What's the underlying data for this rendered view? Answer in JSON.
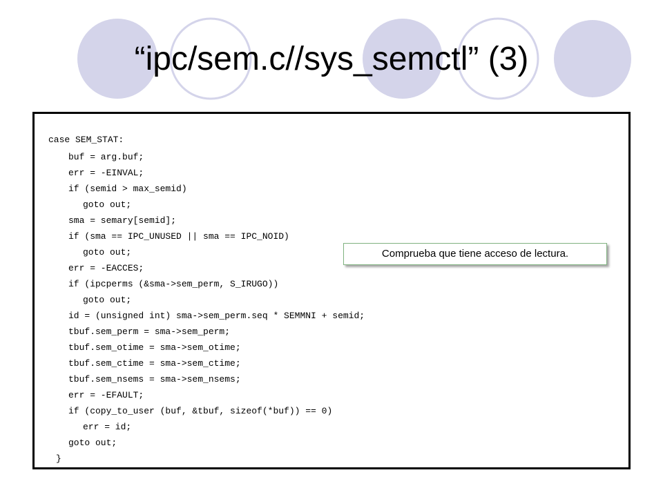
{
  "slide": {
    "title": "“ipc/sem.c//sys_semctl” (3)"
  },
  "code_lines": [
    "case SEM_STAT:",
    "buf = arg.buf;",
    "err = -EINVAL;",
    "if (semid > max_semid)",
    "goto out;",
    "sma = semary[semid];",
    "if (sma == IPC_UNUSED || sma == IPC_NOID)",
    "goto out;",
    "err = -EACCES;",
    "if (ipcperms (&sma->sem_perm, S_IRUGO))",
    "goto out;",
    "id = (unsigned int) sma->sem_perm.seq * SEMMNI + semid;",
    "tbuf.sem_perm = sma->sem_perm;",
    "tbuf.sem_otime = sma->sem_otime;",
    "tbuf.sem_ctime = sma->sem_ctime;",
    "tbuf.sem_nsems = sma->sem_nsems;",
    "err = -EFAULT;",
    "if (copy_to_user (buf, &tbuf, sizeof(*buf)) == 0)",
    "err = id;",
    "goto out;",
    "}"
  ],
  "callout": {
    "text": "Comprueba que tiene acceso de lectura."
  },
  "colors": {
    "circle_fill": "#d4d4ea",
    "circle_outline": "#d4d4ea",
    "callout_border": "#7fb27f"
  }
}
